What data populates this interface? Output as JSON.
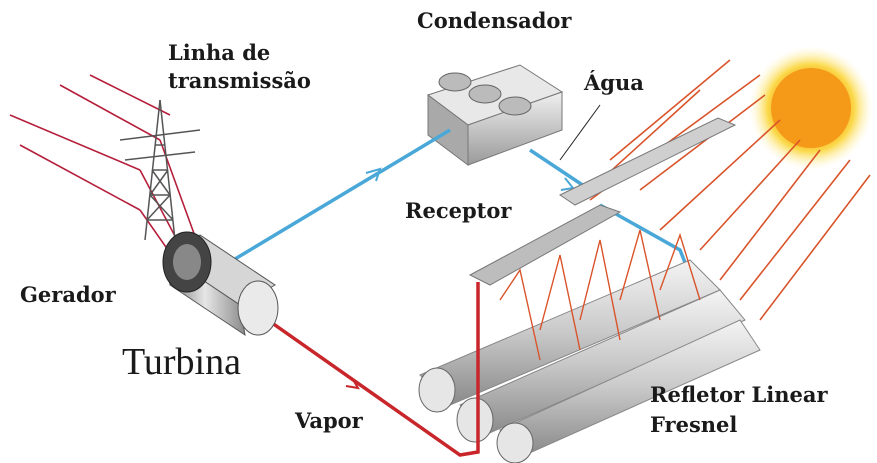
{
  "labels": {
    "condensador": "Condensador",
    "linha_l1": "Linha de",
    "linha_l2": "transmissão",
    "agua": "Água",
    "receptor": "Receptor",
    "gerador": "Gerador",
    "turbina": "Turbina",
    "vapor": "Vapor",
    "refletor_l1": "Refletor Linear",
    "refletor_l2": "Fresnel"
  },
  "colors": {
    "water_pipe": "#4aa8d8",
    "steam_pipe": "#c8262a",
    "sun_rays": "#d9542a",
    "sun": "#f7a11a",
    "transmission_lines": "#b51f3b"
  }
}
